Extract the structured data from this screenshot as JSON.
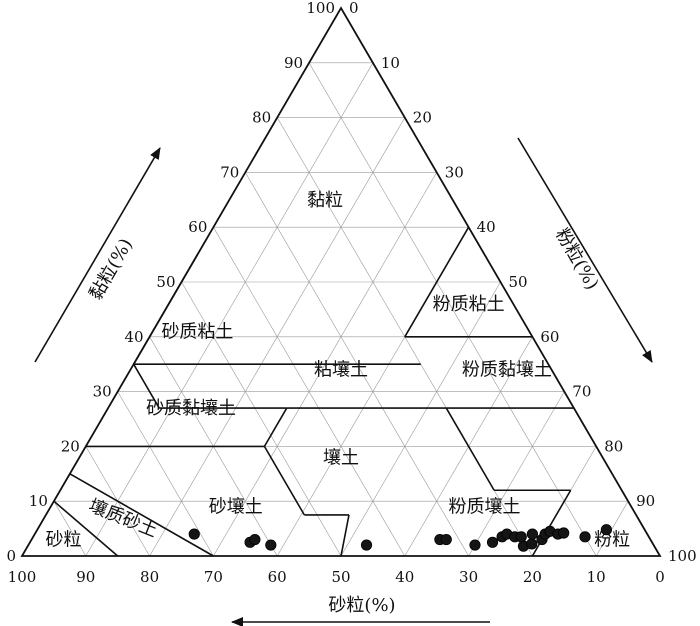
{
  "chart_data": {
    "type": "scatter",
    "subtype": "ternary",
    "axes": {
      "sand": {
        "label": "砂粒(%)",
        "ticks": [
          100,
          90,
          80,
          70,
          60,
          50,
          40,
          30,
          20,
          10,
          0
        ]
      },
      "clay": {
        "label": "黏粒(%)",
        "ticks": [
          0,
          10,
          20,
          30,
          40,
          50,
          60,
          70,
          80,
          90,
          100
        ]
      },
      "silt": {
        "label": "粉粒(%)",
        "ticks": [
          0,
          10,
          20,
          30,
          40,
          50,
          60,
          70,
          80,
          90,
          100
        ]
      }
    },
    "grid": true,
    "regions": [
      {
        "label": "黏粒",
        "center": {
          "sand": 20,
          "clay": 65
        }
      },
      {
        "label": "粉质粘土",
        "center": {
          "sand": 7,
          "clay": 46
        }
      },
      {
        "label": "砂质粘土",
        "center": {
          "sand": 52,
          "clay": 41
        }
      },
      {
        "label": "粘壤土",
        "center": {
          "sand": 33,
          "clay": 34
        }
      },
      {
        "label": "粉质黏壤土",
        "center": {
          "sand": 7,
          "clay": 34
        }
      },
      {
        "label": "砂质黏壤土",
        "center": {
          "sand": 60,
          "clay": 27
        }
      },
      {
        "label": "壤土",
        "center": {
          "sand": 41,
          "clay": 18
        }
      },
      {
        "label": "砂壤土",
        "center": {
          "sand": 62,
          "clay": 9
        }
      },
      {
        "label": "粉质壤土",
        "center": {
          "sand": 23,
          "clay": 9
        }
      },
      {
        "label": "壤质砂土",
        "center": {
          "sand": 81,
          "clay": 7
        },
        "rotate": 22
      },
      {
        "label": "砂粒",
        "center": {
          "sand": 92,
          "clay": 3
        }
      },
      {
        "label": "粉粒",
        "center": {
          "sand": 6,
          "clay": 3
        }
      }
    ],
    "boundaries": [
      [
        [
          45,
          55
        ],
        [
          65,
          35
        ]
      ],
      [
        [
          65,
          35
        ],
        [
          45,
          35
        ]
      ],
      [
        [
          45,
          35
        ],
        [
          20,
          35
        ]
      ],
      [
        [
          20,
          40
        ],
        [
          0,
          40
        ]
      ],
      [
        [
          20,
          40
        ],
        [
          0,
          60
        ]
      ],
      [
        [
          65,
          35
        ],
        [
          65,
          27
        ]
      ],
      [
        [
          65,
          27
        ],
        [
          45,
          27
        ]
      ],
      [
        [
          45,
          27
        ],
        [
          20,
          27
        ]
      ],
      [
        [
          20,
          27
        ],
        [
          0,
          27
        ]
      ],
      [
        [
          45,
          27
        ],
        [
          52,
          20
        ]
      ],
      [
        [
          80,
          20
        ],
        [
          52,
          20
        ]
      ],
      [
        [
          52,
          20
        ],
        [
          52,
          7.5
        ]
      ],
      [
        [
          52,
          7.5
        ],
        [
          45,
          7.5
        ]
      ],
      [
        [
          45,
          7.5
        ],
        [
          50,
          0
        ]
      ],
      [
        [
          20,
          27
        ],
        [
          20,
          12
        ]
      ],
      [
        [
          20,
          12
        ],
        [
          8,
          12
        ]
      ],
      [
        [
          8,
          12
        ],
        [
          20,
          0
        ]
      ],
      [
        [
          85,
          15
        ],
        [
          70,
          0
        ]
      ],
      [
        [
          90,
          10
        ],
        [
          85,
          0
        ]
      ]
    ],
    "points": [
      {
        "sand": 71,
        "clay": 4
      },
      {
        "sand": 63,
        "clay": 2.5
      },
      {
        "sand": 62,
        "clay": 3
      },
      {
        "sand": 60,
        "clay": 2
      },
      {
        "sand": 45,
        "clay": 2
      },
      {
        "sand": 33,
        "clay": 3
      },
      {
        "sand": 32,
        "clay": 3
      },
      {
        "sand": 28,
        "clay": 2
      },
      {
        "sand": 25,
        "clay": 2.5
      },
      {
        "sand": 23,
        "clay": 3.5
      },
      {
        "sand": 22,
        "clay": 4
      },
      {
        "sand": 21,
        "clay": 3.5
      },
      {
        "sand": 20.5,
        "clay": 1.8
      },
      {
        "sand": 20,
        "clay": 3.5
      },
      {
        "sand": 19,
        "clay": 2.2
      },
      {
        "sand": 18,
        "clay": 4
      },
      {
        "sand": 17,
        "clay": 3
      },
      {
        "sand": 16,
        "clay": 4
      },
      {
        "sand": 15,
        "clay": 4.5
      },
      {
        "sand": 14,
        "clay": 4
      },
      {
        "sand": 13,
        "clay": 4.2
      },
      {
        "sand": 10,
        "clay": 3.5
      },
      {
        "sand": 6,
        "clay": 4.8
      }
    ]
  }
}
